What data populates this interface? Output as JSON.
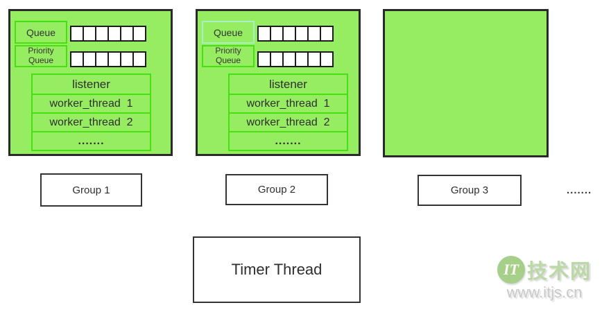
{
  "colors": {
    "panel_fill": "#97ED62",
    "panel_border": "#2A2A2A",
    "inner_border_bright": "#46E012",
    "inner_border_pale": "#A9EFC5",
    "queue_cell_fill": "#FFFFFF",
    "queue_cell_border": "#1B1B1B",
    "box_border": "#333333",
    "text": "#2E2E2E",
    "watermark_green": "#BCD8A6",
    "watermark_gray": "#C9C9C9"
  },
  "groups": [
    {
      "label": "Group 1",
      "queue_label": "Queue",
      "priority_queue_label": "Priority Queue",
      "queue_cells": 6,
      "priority_queue_cells": 6,
      "listener_rows": [
        "listener",
        "worker_thread  1",
        "worker_thread  2",
        "......."
      ]
    },
    {
      "label": "Group 2",
      "queue_label": "Queue",
      "priority_queue_label": "Priority Queue",
      "queue_cells": 6,
      "priority_queue_cells": 6,
      "listener_rows": [
        "listener",
        "worker_thread  1",
        "worker_thread  2",
        "......."
      ]
    },
    {
      "label": "Group 3"
    }
  ],
  "groups_ellipsis": ".......",
  "timer_thread": {
    "label": "Timer Thread"
  },
  "watermark": {
    "logo_text": "IT",
    "site_name": "技术网",
    "url": "www.itjs.cn"
  }
}
